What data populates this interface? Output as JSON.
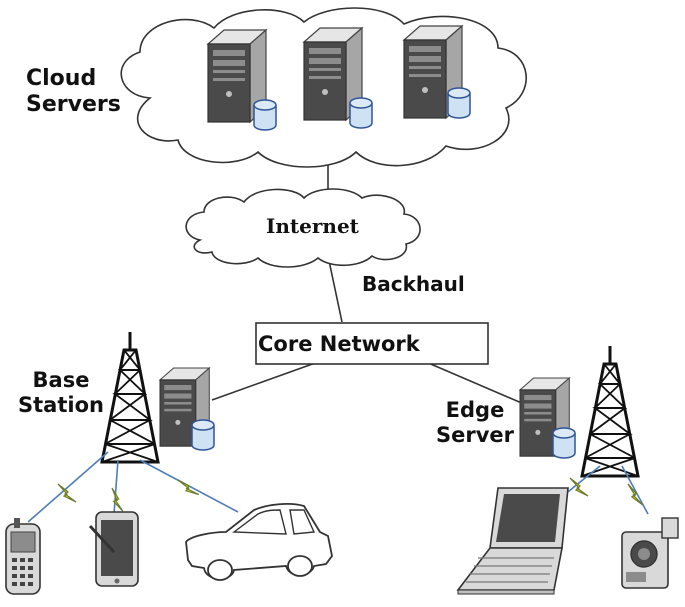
{
  "labels": {
    "cloud_line1": "Cloud",
    "cloud_line2": "Servers",
    "internet": "Internet",
    "backhaul": "Backhaul",
    "core_network": "Core Network",
    "base_station_line1": "Base",
    "base_station_line2": "Station",
    "edge_line1": "Edge",
    "edge_line2": "Server"
  },
  "colors": {
    "line": "#333333",
    "server_dark": "#3b3b3b",
    "server_light": "#d9d9d9",
    "db_blue": "#cfe2f3",
    "wireless_bolt": "#f2f200",
    "wireless_outline": "#6a7a2a",
    "radio_link": "#4f7db8"
  },
  "icons": [
    "cloud-icon",
    "server-icon",
    "database-icon",
    "tower-icon",
    "phone-icon",
    "tablet-icon",
    "car-icon",
    "laptop-icon",
    "camera-icon",
    "lightning-icon"
  ]
}
